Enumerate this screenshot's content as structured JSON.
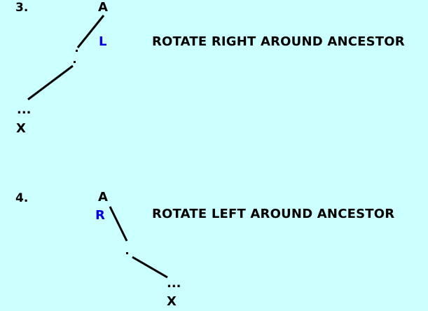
{
  "case3": {
    "number": "3.",
    "root": "A",
    "direction": "L",
    "ellipsis": "...",
    "leaf": "X",
    "operation": "ROTATE RIGHT AROUND ANCESTOR"
  },
  "case4": {
    "number": "4.",
    "root": "A",
    "direction": "R",
    "ellipsis": "...",
    "leaf": "X",
    "operation": "ROTATE LEFT AROUND ANCESTOR"
  },
  "colors": {
    "background": "#ccffff",
    "text": "#000000",
    "direction": "#0000e0"
  }
}
